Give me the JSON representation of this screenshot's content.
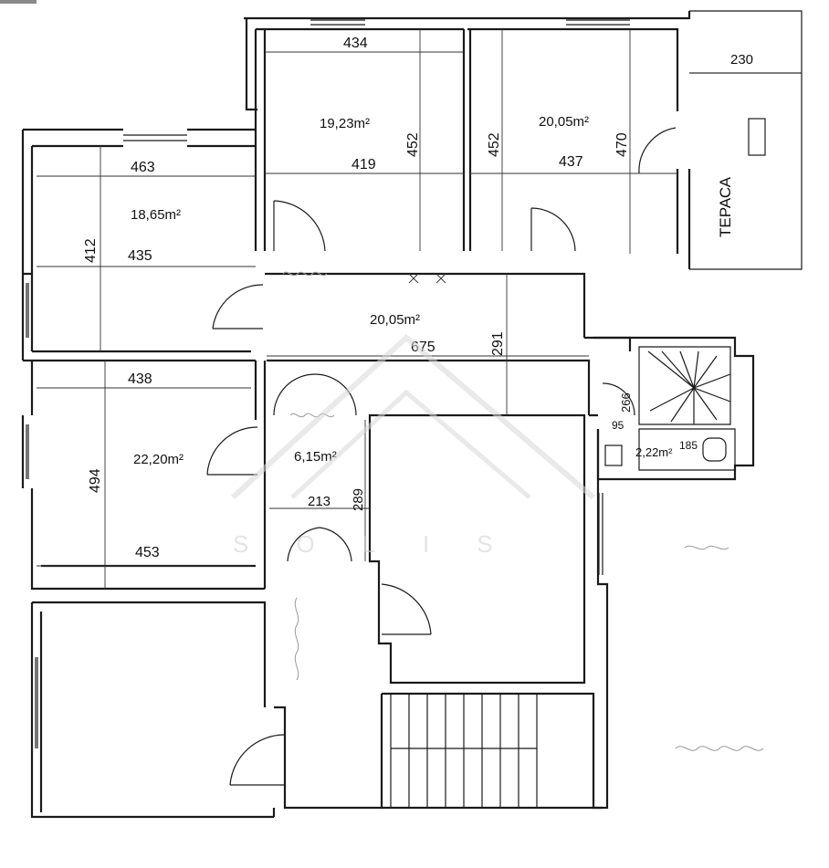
{
  "plan": {
    "areas": {
      "room_top_left": "19,23m²",
      "room_top_right": "20,05m²",
      "room_left_upper": "18,65m²",
      "hall": "20,05m²",
      "room_left_lower": "22,20m²",
      "small_room": "6,15m²",
      "bath": "2,22m²"
    },
    "dimensions": {
      "d434": "434",
      "d452a": "452",
      "d419": "419",
      "d452b": "452",
      "d437": "437",
      "d470": "470",
      "d230": "230",
      "d463": "463",
      "d412": "412",
      "d435": "435",
      "d675": "675",
      "d291": "291",
      "d438": "438",
      "d494": "494",
      "d453": "453",
      "d213": "213",
      "d289": "289",
      "d266": "266",
      "d95": "95",
      "d185": "185"
    },
    "terrace_label": "ТЕРАСА",
    "watermark": "SOLIS"
  }
}
